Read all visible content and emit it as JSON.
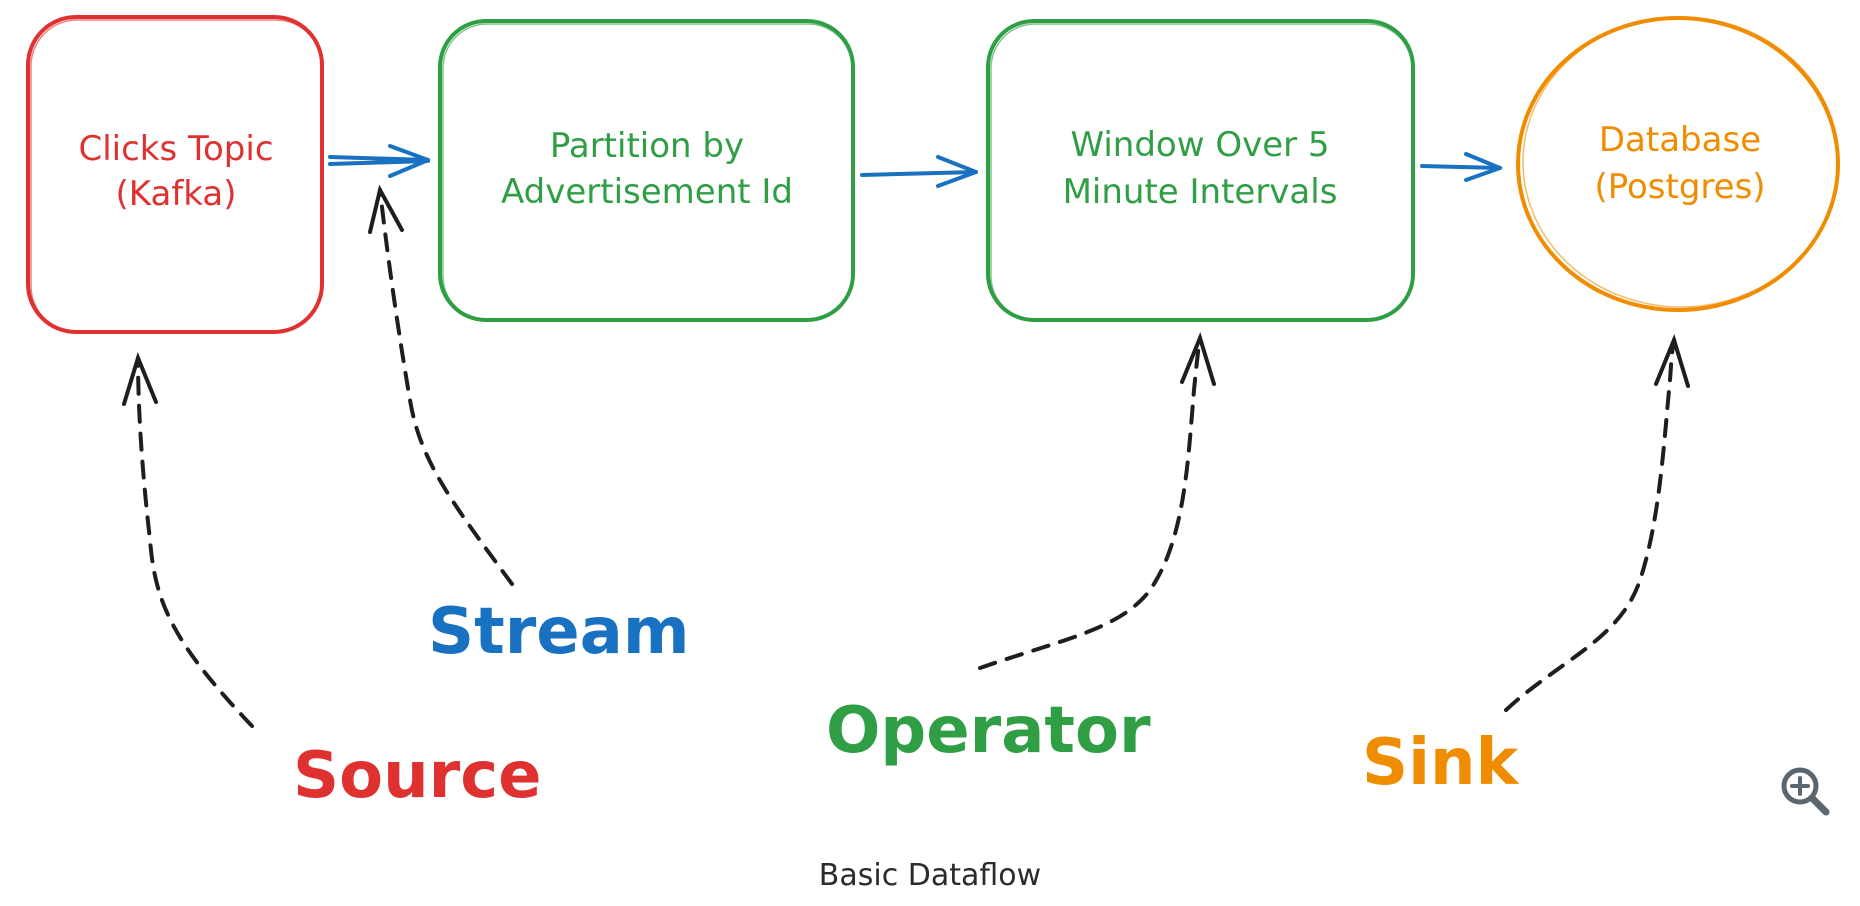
{
  "diagram": {
    "nodes": [
      {
        "id": "kafka",
        "lines": [
          "Clicks Topic",
          "(Kafka)"
        ],
        "color": "#e03131",
        "shape": "rounded-rect"
      },
      {
        "id": "partition",
        "lines": [
          "Partition by",
          "Advertisement Id"
        ],
        "color": "#2f9e44",
        "shape": "rounded-rect"
      },
      {
        "id": "window",
        "lines": [
          "Window Over 5",
          "Minute Intervals"
        ],
        "color": "#2f9e44",
        "shape": "rounded-rect"
      },
      {
        "id": "database",
        "lines": [
          "Database",
          "(Postgres)"
        ],
        "color": "#f08c00",
        "shape": "ellipse"
      }
    ],
    "labels": {
      "source": {
        "text": "Source",
        "color": "#e03131"
      },
      "stream": {
        "text": "Stream",
        "color": "#1971c2"
      },
      "operator": {
        "text": "Operator",
        "color": "#2f9e44"
      },
      "sink": {
        "text": "Sink",
        "color": "#f08c00"
      }
    },
    "flow_arrow_color": "#1971c2",
    "pointer_arrow_color": "#1e1e1e"
  },
  "caption": "Basic Dataflow",
  "controls": {
    "zoom_icon": "zoom-in-icon"
  }
}
